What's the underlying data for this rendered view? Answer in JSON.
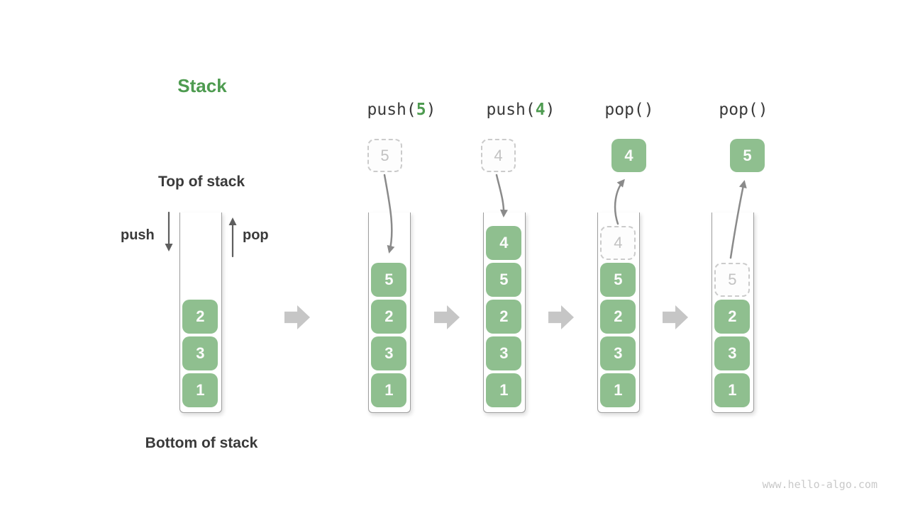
{
  "title": "Stack",
  "annotations": {
    "top_of_stack": "Top of stack",
    "bottom_of_stack": "Bottom of stack",
    "push": "push",
    "pop": "pop"
  },
  "operations": [
    {
      "prefix": "push(",
      "arg": "5",
      "suffix": ")"
    },
    {
      "prefix": "push(",
      "arg": "4",
      "suffix": ")"
    },
    {
      "prefix": "pop(",
      "arg": "",
      "suffix": ")"
    },
    {
      "prefix": "pop(",
      "arg": "",
      "suffix": ")"
    }
  ],
  "stacks": [
    {
      "items": [
        "2",
        "3",
        "1"
      ]
    },
    {
      "incoming": "5",
      "items": [
        "5",
        "2",
        "3",
        "1"
      ]
    },
    {
      "incoming": "4",
      "items": [
        "4",
        "5",
        "2",
        "3",
        "1"
      ]
    },
    {
      "popped": "4",
      "ghost": "4",
      "items": [
        "5",
        "2",
        "3",
        "1"
      ]
    },
    {
      "popped": "5",
      "ghost": "5",
      "items": [
        "2",
        "3",
        "1"
      ]
    }
  ],
  "watermark": "www.hello-algo.com",
  "colors": {
    "green": "#8FBF8F",
    "green_dark": "#4E9B50",
    "text_dark": "#3A3A3A",
    "wall": "#9E9E9E",
    "dash": "#CBCBCB",
    "dash_text": "#C2C2C2",
    "arrow": "#8A8A8A",
    "arrow_dark": "#5E5E5E",
    "block_arrow": "#C6C6C6",
    "watermark": "#C9C9C9"
  }
}
